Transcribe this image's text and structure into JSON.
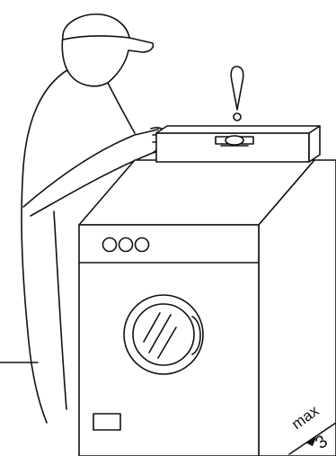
{
  "annotation": {
    "tilt_label": "max",
    "tilt_value": "3"
  },
  "icons": [
    "technician",
    "washing-machine",
    "spirit-level",
    "warning-exclamation-icon",
    "tilt-angle-indicator"
  ],
  "colors": {
    "ink": "#111111",
    "background": "#ffffff"
  }
}
